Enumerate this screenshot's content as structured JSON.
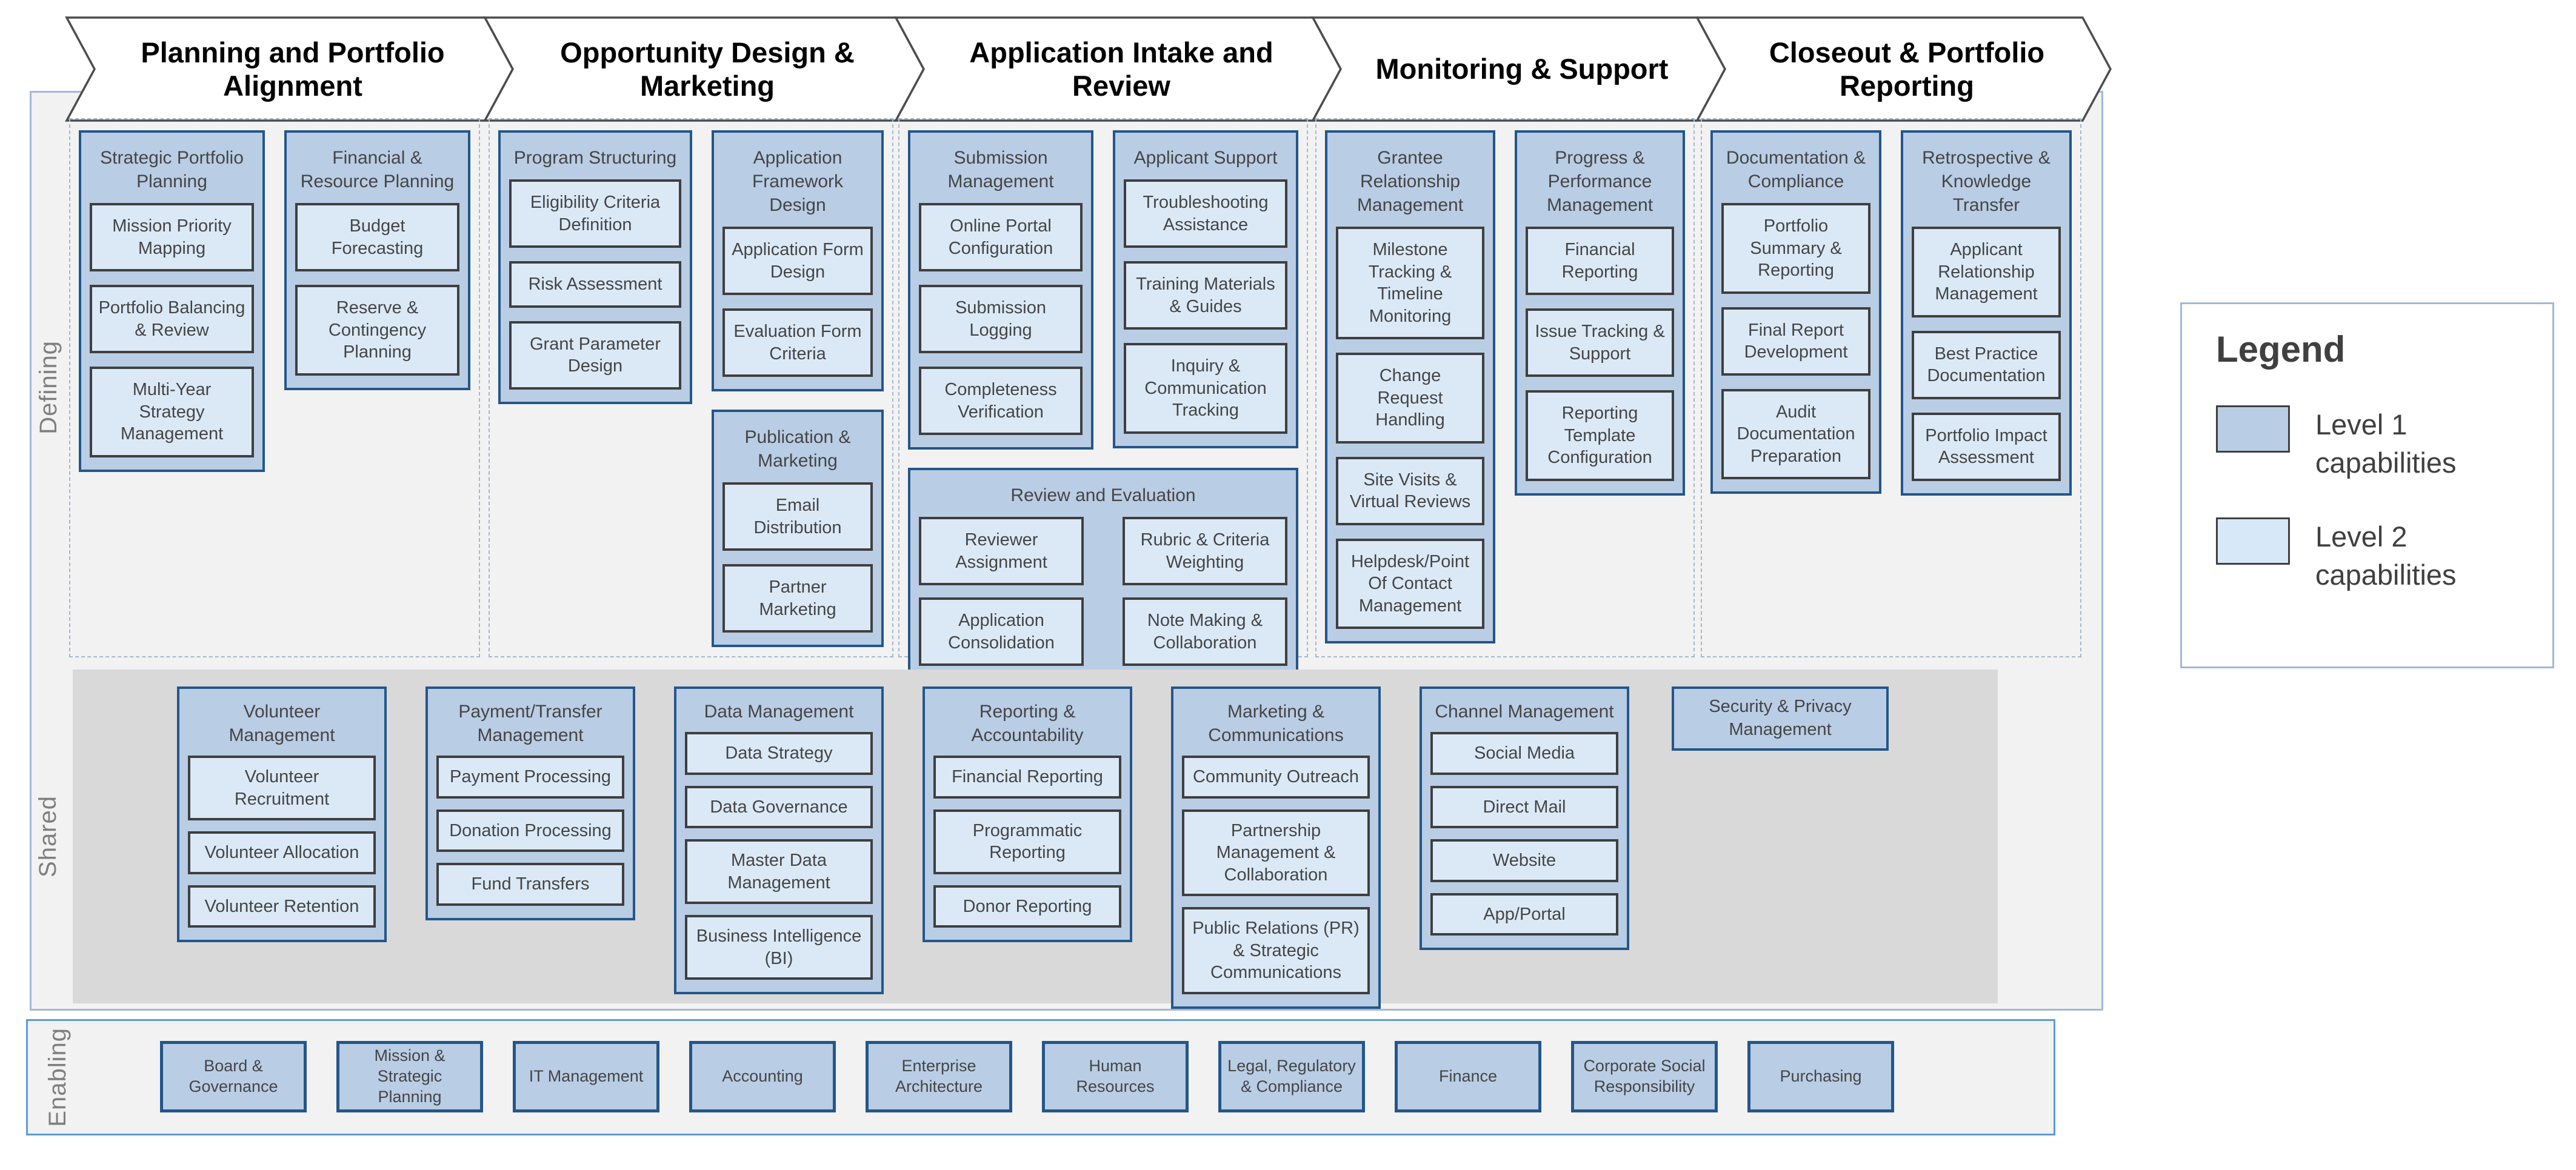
{
  "bands": {
    "defining": "Defining",
    "shared": "Shared",
    "enabling": "Enabling"
  },
  "phases": [
    {
      "title": "Planning and Portfolio Alignment",
      "arrangement": "row",
      "groups": [
        {
          "title": "Strategic Portfolio Planning",
          "items": [
            "Mission Priority Mapping",
            "Portfolio Balancing & Review",
            "Multi-Year Strategy Management"
          ]
        },
        {
          "title": "Financial & Resource Planning",
          "items": [
            "Budget Forecasting",
            "Reserve & Contingency Planning"
          ]
        }
      ]
    },
    {
      "title": "Opportunity Design & Marketing",
      "arrangement": "left-stack",
      "groups": [
        {
          "title": "Program Structuring",
          "items": [
            "Eligibility Criteria Definition",
            "Risk Assessment",
            "Grant Parameter Design"
          ]
        },
        {
          "title": "Application Framework Design",
          "items": [
            "Application Form Design",
            "Evaluation Form Criteria"
          ]
        },
        {
          "title": "Publication & Marketing",
          "items": [
            "Email Distribution",
            "Partner Marketing"
          ]
        }
      ]
    },
    {
      "title": "Application Intake and Review",
      "arrangement": "top2-bottom1",
      "groups": [
        {
          "title": "Submission Management",
          "items": [
            "Online Portal Configuration",
            "Submission Logging",
            "Completeness Verification"
          ]
        },
        {
          "title": "Applicant Support",
          "items": [
            "Troubleshooting Assistance",
            "Training Materials & Guides",
            "Inquiry & Communication Tracking"
          ]
        },
        {
          "title": "Review and Evaluation",
          "columns": 2,
          "items": [
            "Reviewer Assignment",
            "Rubric & Criteria Weighting",
            "Application Consolidation",
            "Note Making & Collaboration"
          ]
        }
      ]
    },
    {
      "title": "Monitoring & Support",
      "arrangement": "row",
      "groups": [
        {
          "title": "Grantee Relationship Management",
          "items": [
            "Milestone Tracking & Timeline Monitoring",
            "Change Request Handling",
            "Site Visits & Virtual Reviews",
            "Helpdesk/Point Of Contact Management"
          ]
        },
        {
          "title": "Progress & Performance Management",
          "items": [
            "Financial Reporting",
            "Issue Tracking & Support",
            "Reporting Template Configuration"
          ]
        }
      ]
    },
    {
      "title": "Closeout & Portfolio Reporting",
      "arrangement": "row",
      "groups": [
        {
          "title": "Documentation & Compliance",
          "items": [
            "Portfolio Summary & Reporting",
            "Final Report Development",
            "Audit Documentation Preparation"
          ]
        },
        {
          "title": "Retrospective & Knowledge Transfer",
          "items": [
            "Applicant Relationship Management",
            "Best Practice Documentation",
            "Portfolio Impact Assessment"
          ]
        }
      ]
    }
  ],
  "shared": {
    "groups": [
      {
        "title": "Volunteer Management",
        "items": [
          "Volunteer Recruitment",
          "Volunteer Allocation",
          "Volunteer Retention"
        ]
      },
      {
        "title": "Payment/Transfer Management",
        "items": [
          "Payment Processing",
          "Donation Processing",
          "Fund Transfers"
        ]
      },
      {
        "title": "Data Management",
        "items": [
          "Data Strategy",
          "Data Governance",
          "Master Data Management",
          "Business Intelligence (BI)"
        ]
      },
      {
        "title": "Reporting & Accountability",
        "items": [
          "Financial Reporting",
          "Programmatic Reporting",
          "Donor Reporting"
        ]
      },
      {
        "title": "Marketing & Communications",
        "items": [
          "Community Outreach",
          "Partnership Management & Collaboration",
          "Public Relations (PR) & Strategic Communications"
        ]
      },
      {
        "title": "Channel Management",
        "items": [
          "Social Media",
          "Direct Mail",
          "Website",
          "App/Portal"
        ]
      }
    ],
    "standalone": "Security & Privacy Management"
  },
  "enabling": {
    "items": [
      "Board & Governance",
      "Mission & Strategic Planning",
      "IT Management",
      "Accounting",
      "Enterprise Architecture",
      "Human Resources",
      "Legal, Regulatory & Compliance",
      "Finance",
      "Corporate Social Responsibility",
      "Purchasing"
    ]
  },
  "legend": {
    "title": "Legend",
    "entries": [
      {
        "swatch": "level1",
        "label": "Level 1 capabilities"
      },
      {
        "swatch": "level2",
        "label": "Level 2 capabilities"
      }
    ]
  },
  "colors": {
    "level1_fill": "#b9cde5",
    "level1_border": "#24568a",
    "level2_fill": "#dbe9f7",
    "level2_swatch": "#d7e9f8",
    "level2_border": "#3f3f3f",
    "shared_band": "#d9d9d9",
    "panel_bg": "#f2f2f2",
    "panel_border": "#a3b8d9",
    "enabling_border": "#5b9bd5",
    "chevron_stroke": "#4d4d4d",
    "text": "#454545",
    "side_label": "#7f7f7f"
  }
}
